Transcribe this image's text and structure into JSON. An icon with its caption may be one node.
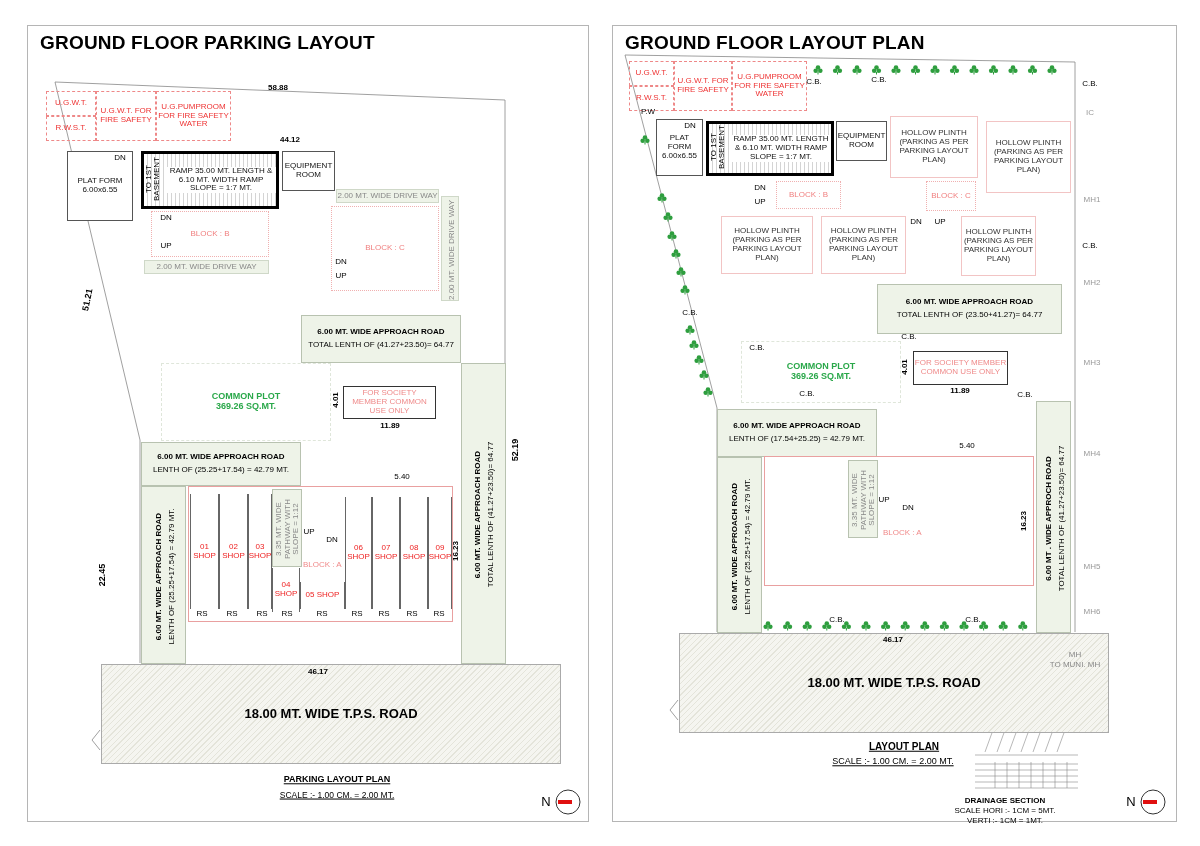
{
  "diagram": {
    "nodes": [
      {
        "text": [
          "GROUND FLOOR PARKING LAYOUT"
        ]
      },
      {
        "text": [
          "U.G.W.T."
        ],
        "in": 0
      },
      {
        "text": [
          "R.W.S.T."
        ],
        "in": 0
      },
      {
        "text": [
          "U.G.W.T. FOR FIRE SAFETY"
        ],
        "in": 0
      },
      {
        "text": [
          "U.G.PUMPROOM FOR FIRE SAFETY WATER"
        ],
        "in": 0
      },
      {
        "text": [
          "PLAT FORM 6.00x6.55"
        ],
        "in": 0
      },
      {
        "text": [
          "RAMP 35.00 MT. LENGTH & 6.10 MT. WIDTH RAMP SLOPE = 1:7 MT."
        ],
        "in": 0
      },
      {
        "text": [
          "EQUIPMENT ROOM"
        ],
        "in": 0
      },
      {
        "text": [
          "BLOCK : B"
        ],
        "in": 0
      },
      {
        "text": [
          "BLOCK : C"
        ],
        "in": 0
      },
      {
        "text": [
          "2.00 MT. WIDE DRIVE WAY"
        ],
        "in": 0
      },
      {
        "text": [
          "2.00 MT. WIDE DRIVE WAY"
        ],
        "in": 0
      },
      {
        "text": [
          "2.00 MT. WIDE DRIVE WAY"
        ],
        "in": 0
      },
      {
        "text": [
          "6.00 MT. WIDE APPROACH ROAD",
          "TOTAL LENTH OF (41.27+23.50)= 64.77"
        ],
        "in": 0
      },
      {
        "text": [
          "COMMON PLOT 369.26 SQ.MT."
        ],
        "in": 0
      },
      {
        "text": [
          "FOR SOCIETY MEMBER COMMON USE ONLY"
        ],
        "in": 0
      },
      {
        "text": [
          "6.00 MT. WIDE APPROACH ROAD",
          "LENTH OF (25.25+17.54) = 42.79 MT."
        ],
        "in": 0
      },
      {
        "text": [
          "6.00 MT. WIDE APPROACH ROAD",
          "LENTH OF (25.25+17.54) = 42.79 MT."
        ],
        "in": 0
      },
      {
        "text": [
          "6.00 MT. WIDE APPROACH ROAD",
          "TOTAL LENTH OF (41.27+23.50)= 64.77"
        ],
        "in": 0
      },
      {
        "text": [
          "BLOCK : A"
        ],
        "in": 0
      },
      {
        "text": [
          "01 SHOP"
        ],
        "in": 19
      },
      {
        "text": [
          "02 SHOP"
        ],
        "in": 19
      },
      {
        "text": [
          "03 SHOP"
        ],
        "in": 19
      },
      {
        "text": [
          "04 SHOP"
        ],
        "in": 19
      },
      {
        "text": [
          "05 SHOP"
        ],
        "in": 19
      },
      {
        "text": [
          "06 SHOP"
        ],
        "in": 19
      },
      {
        "text": [
          "07 SHOP"
        ],
        "in": 19
      },
      {
        "text": [
          "08 SHOP"
        ],
        "in": 19
      },
      {
        "text": [
          "09 SHOP"
        ],
        "in": 19
      },
      {
        "text": [
          "3.35 MT. WIDE PATHWAY WITH SLOPE = 1:12"
        ],
        "in": 19
      },
      {
        "text": [
          "18.00 MT. WIDE T.P.S. ROAD"
        ],
        "in": 0
      },
      {
        "text": [
          "GROUND FLOOR LAYOUT PLAN"
        ]
      },
      {
        "text": [
          "U.G.W.T."
        ],
        "in": 31
      },
      {
        "text": [
          "R.W.S.T."
        ],
        "in": 31
      },
      {
        "text": [
          "U.G.W.T. FOR FIRE SAFETY"
        ],
        "in": 31
      },
      {
        "text": [
          "U.G.PUMPROOM FOR FIRE SAFETY WATER"
        ],
        "in": 31
      },
      {
        "text": [
          "PLAT FORM 6.00x6.55"
        ],
        "in": 31
      },
      {
        "text": [
          "RAMP 35.00 MT. LENGTH & 6.10 MT. WIDTH RAMP SLOPE = 1:7 MT."
        ],
        "in": 31
      },
      {
        "text": [
          "EQUIPMENT ROOM"
        ],
        "in": 31
      },
      {
        "text": [
          "HOLLOW PLINTH (PARKING AS PER PARKING LAYOUT PLAN)"
        ],
        "in": 31
      },
      {
        "text": [
          "HOLLOW PLINTH (PARKING AS PER PARKING LAYOUT PLAN)"
        ],
        "in": 31
      },
      {
        "text": [
          "BLOCK : B"
        ],
        "in": 31
      },
      {
        "text": [
          "BLOCK : C"
        ],
        "in": 31
      },
      {
        "text": [
          "HOLLOW PLINTH (PARKING AS PER PARKING LAYOUT PLAN)"
        ],
        "in": 31
      },
      {
        "text": [
          "HOLLOW PLINTH (PARKING AS PER PARKING LAYOUT PLAN)"
        ],
        "in": 31
      },
      {
        "text": [
          "HOLLOW PLINTH (PARKING AS PER PARKING LAYOUT PLAN)"
        ],
        "in": 31
      },
      {
        "text": [
          "6.00 MT. WIDE APPROACH ROAD",
          "TOTAL LENTH OF (23.50+41.27)= 64.77"
        ],
        "in": 31
      },
      {
        "text": [
          "COMMON PLOT 369.26 SQ.MT."
        ],
        "in": 31
      },
      {
        "text": [
          "FOR SOCIETY MEMBER COMMON USE ONLY"
        ],
        "in": 31
      },
      {
        "text": [
          "6.00 MT. WIDE APPROACH ROAD",
          "LENTH OF (17.54+25.25) = 42.79 MT."
        ],
        "in": 31
      },
      {
        "text": [
          "6.00 MT. WIDE APPROACH ROAD",
          "LENTH OF (25.25+17.54) = 42.79 MT."
        ],
        "in": 31
      },
      {
        "text": [
          "6.00 MT . WIDE APPROCH ROAD",
          "TOTAL LENTH OF (41.27+23.50)= 64.77"
        ],
        "in": 31
      },
      {
        "text": [
          "BLOCK : A"
        ],
        "in": 31
      },
      {
        "text": [
          "3.35 MT. WIDE PATHWAY WITH SLOPE = 1:12"
        ],
        "in": 52
      },
      {
        "text": [
          "18.00 MT. WIDE T.P.S. ROAD"
        ],
        "in": 31
      }
    ],
    "edges": [],
    "labels": [
      "58.88",
      "44.12",
      "TO 1ST BASEMENT",
      "DN",
      "DN",
      "UP",
      "DN",
      "UP",
      "51.21",
      "4.01",
      "11.89",
      "52.19",
      "22.45",
      "16.23",
      "5.40",
      "UP",
      "DN",
      "RS",
      "RS",
      "RS",
      "RS",
      "RS",
      "RS",
      "RS",
      "RS",
      "RS",
      "46.17",
      "PARKING LAYOUT PLAN",
      "SCALE :- 1.00 CM. = 2.00 MT.",
      "N",
      "C.B.",
      "C.B.",
      "C.B.",
      "P.W",
      "IC",
      "TO 1ST BASEMENT",
      "DN",
      "DN",
      "UP",
      "MH1",
      "C.B.",
      "DN",
      "UP",
      "MH2",
      "C.B.",
      "C.B.",
      "C.B.",
      "MH3",
      "4.01",
      "C.B.",
      "11.89",
      "C.B.",
      "5.40",
      "MH4",
      "16.23",
      "UP",
      "DN",
      "MH5",
      "MH6",
      "C.B.",
      "C.B.",
      "46.17",
      "MH",
      "TO MUNI. MH",
      "LAYOUT PLAN",
      "SCALE :- 1.00 CM. = 2.00 MT.",
      "DRAINAGE SECTION",
      "SCALE HORI :- 1CM = 5MT.",
      "VERTI :- 1CM = 1MT.",
      "N"
    ]
  }
}
